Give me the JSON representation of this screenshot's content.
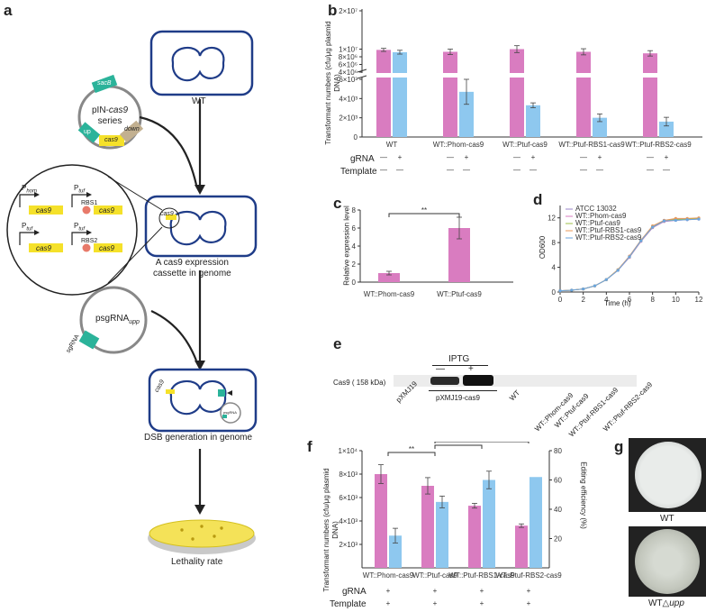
{
  "letters": {
    "a": "a",
    "b": "b",
    "c": "c",
    "d": "d",
    "e": "e",
    "f": "f",
    "g": "g"
  },
  "colors": {
    "pink": "#d97cc0",
    "blue": "#8ec8ef",
    "dark_blue": "#1f3c88",
    "yellow": "#f5e12a",
    "teal": "#2bb39a"
  },
  "panel_a": {
    "wt": "WT",
    "plasmid1": "pIN-cas9 series",
    "plasmid1_prefix": "pIN-",
    "plasmid1_italic": "cas9",
    "plasmid1_suffix": "series",
    "seg_sacb": "sacB",
    "seg_up": "up",
    "seg_cas9": "cas9",
    "seg_down": "down",
    "p_hom": "P",
    "p_hom_sub": "hom",
    "p_tuf": "P",
    "p_tuf_sub": "tuf",
    "rbs1": "RBS1",
    "rbs2": "RBS2",
    "gene": "cas9",
    "cassette_caption_1": "A cas9 expression",
    "cassette_caption_2": "cassette in genome",
    "plasmid2": "psgRNA",
    "plasmid2_sub": "upp",
    "sgrna": "sgRNA",
    "psgrna_small": "psgRNA",
    "dsb": "DSB generation in genome",
    "lethality": "Lethality rate"
  },
  "panel_b": {
    "ylabel": "Transformant numbers (cfu/μg plasmid DNA)",
    "yticks_top": [
      "2×10⁷",
      "1×10⁷",
      "8×10⁶",
      "6×10⁶",
      "4×10⁶"
    ],
    "yticks_bottom": [
      "6×10³",
      "4×10³",
      "2×10³",
      "0"
    ],
    "groups": [
      "WT",
      "WT::Phom-cas9",
      "WT::Ptuf-cas9",
      "WT::Ptuf-RBS1-cas9",
      "WT::Ptuf-RBS2-cas9"
    ],
    "row_labels": [
      "gRNA",
      "Template"
    ],
    "grna_marks": [
      "—",
      "+"
    ],
    "template_marks": [
      "—",
      "—"
    ]
  },
  "panel_c": {
    "ylabel": "Relative expression level",
    "yticks": [
      "0",
      "2",
      "4",
      "6",
      "8"
    ],
    "categories": [
      "WT::Phom-cas9",
      "WT::Ptuf-cas9"
    ],
    "sig": "**"
  },
  "panel_d": {
    "ylabel": "OD600",
    "xlabel": "Time (h)",
    "xticks": [
      "0",
      "2",
      "4",
      "6",
      "8",
      "10",
      "12"
    ],
    "yticks": [
      "0",
      "4",
      "8",
      "12"
    ],
    "legend": [
      "ATCC 13032",
      "WT::Phom-cas9",
      "WT::Ptuf-cas9",
      "WT::Ptuf-RBS1-cas9",
      "WT::Ptuf-RBS2-cas9"
    ]
  },
  "panel_e": {
    "band_label": "Cas9 ( 158 kDa)",
    "iptg": "IPTG",
    "minus": "—",
    "plus": "+",
    "lanes": [
      "pXMJ19",
      "pXMJ19-cas9",
      "WT",
      "WT::Phom-cas9",
      "WT::Ptuf-cas9",
      "WT::Ptuf-RBS1-cas9",
      "WT::Ptuf-RBS2-cas9"
    ]
  },
  "panel_f": {
    "ylabel_left": "Transformant numbers (cfu/μg plasmid DNA)",
    "ylabel_right": "Editing efficiency (%)",
    "yticks_left": [
      "2×10³",
      "4×10³",
      "6×10³",
      "8×10³",
      "1×10⁴"
    ],
    "yticks_right": [
      "20",
      "40",
      "60",
      "80"
    ],
    "groups": [
      "WT::Phom-cas9",
      "WT::Ptuf-cas9",
      "WT::Ptuf-RBS1-cas9",
      "WT::Ptuf-RBS2-cas9"
    ],
    "row_labels": [
      "gRNA",
      "Template"
    ],
    "marks": [
      "+",
      "+"
    ],
    "sig": "**"
  },
  "panel_g": {
    "plate1": "WT",
    "plate2": "WT△upp",
    "plate2_prefix": "WT△",
    "plate2_italic": "upp"
  },
  "chart_data": [
    {
      "type": "bar",
      "panel": "b",
      "ylabel": "Transformant numbers (cfu/μg plasmid DNA)",
      "categories": [
        "WT",
        "WT::Phom-cas9",
        "WT::Ptuf-cas9",
        "WT::Ptuf-RBS1-cas9",
        "WT::Ptuf-RBS2-cas9"
      ],
      "series": [
        {
          "name": "gRNA −",
          "values": [
            9800000,
            9300000,
            10000000,
            9300000,
            8900000
          ],
          "errors": [
            400000,
            700000,
            900000,
            800000,
            700000
          ]
        },
        {
          "name": "gRNA +",
          "values": [
            9200000,
            4700,
            3300,
            2000,
            1600
          ],
          "errors": [
            500000,
            1300,
            250,
            400,
            450
          ]
        }
      ],
      "axis_break": true
    },
    {
      "type": "bar",
      "panel": "c",
      "ylabel": "Relative expression level",
      "categories": [
        "WT::Phom-cas9",
        "WT::Ptuf-cas9"
      ],
      "values": [
        1.0,
        6.0
      ],
      "errors": [
        0.2,
        1.2
      ],
      "ylim": [
        0,
        8
      ]
    },
    {
      "type": "line",
      "panel": "d",
      "xlabel": "Time (h)",
      "ylabel": "OD600",
      "x": [
        0,
        1,
        2,
        3,
        4,
        5,
        6,
        7,
        8,
        9,
        10,
        11,
        12
      ],
      "series": [
        {
          "name": "ATCC 13032",
          "values": [
            0.2,
            0.3,
            0.5,
            1.0,
            2.0,
            3.6,
            5.8,
            8.4,
            10.6,
            11.6,
            11.8,
            11.8,
            11.9
          ]
        },
        {
          "name": "WT::Phom-cas9",
          "values": [
            0.2,
            0.3,
            0.5,
            1.0,
            2.0,
            3.5,
            5.6,
            8.2,
            10.4,
            11.4,
            11.6,
            11.7,
            11.8
          ]
        },
        {
          "name": "WT::Ptuf-cas9",
          "values": [
            0.2,
            0.3,
            0.5,
            1.0,
            2.0,
            3.6,
            5.7,
            8.3,
            10.5,
            11.5,
            11.7,
            11.8,
            11.9
          ]
        },
        {
          "name": "WT::Ptuf-RBS1-cas9",
          "values": [
            0.2,
            0.3,
            0.5,
            1.0,
            2.0,
            3.6,
            5.8,
            8.4,
            10.7,
            11.6,
            11.9,
            11.9,
            12.0
          ]
        },
        {
          "name": "WT::Ptuf-RBS2-cas9",
          "values": [
            0.2,
            0.3,
            0.5,
            1.0,
            2.0,
            3.5,
            5.7,
            8.3,
            10.5,
            11.5,
            11.6,
            11.7,
            11.8
          ]
        }
      ],
      "ylim": [
        0,
        12
      ],
      "xlim": [
        0,
        12
      ]
    },
    {
      "type": "bar",
      "panel": "f",
      "ylabel": "Transformant numbers (cfu/μg plasmid DNA)",
      "y2label": "Editing efficiency (%)",
      "categories": [
        "WT::Phom-cas9",
        "WT::Ptuf-cas9",
        "WT::Ptuf-RBS1-cas9",
        "WT::Ptuf-RBS2-cas9"
      ],
      "series": [
        {
          "name": "Transformant numbers",
          "axis": "left",
          "values": [
            8000,
            7000,
            5300,
            3600
          ],
          "errors": [
            800,
            700,
            200,
            150
          ]
        },
        {
          "name": "Editing efficiency",
          "axis": "right",
          "values": [
            22,
            45,
            60,
            62
          ],
          "errors": [
            5,
            4,
            6,
            0
          ]
        }
      ],
      "ylim": [
        0,
        10000
      ],
      "y2lim": [
        0,
        80
      ]
    }
  ]
}
